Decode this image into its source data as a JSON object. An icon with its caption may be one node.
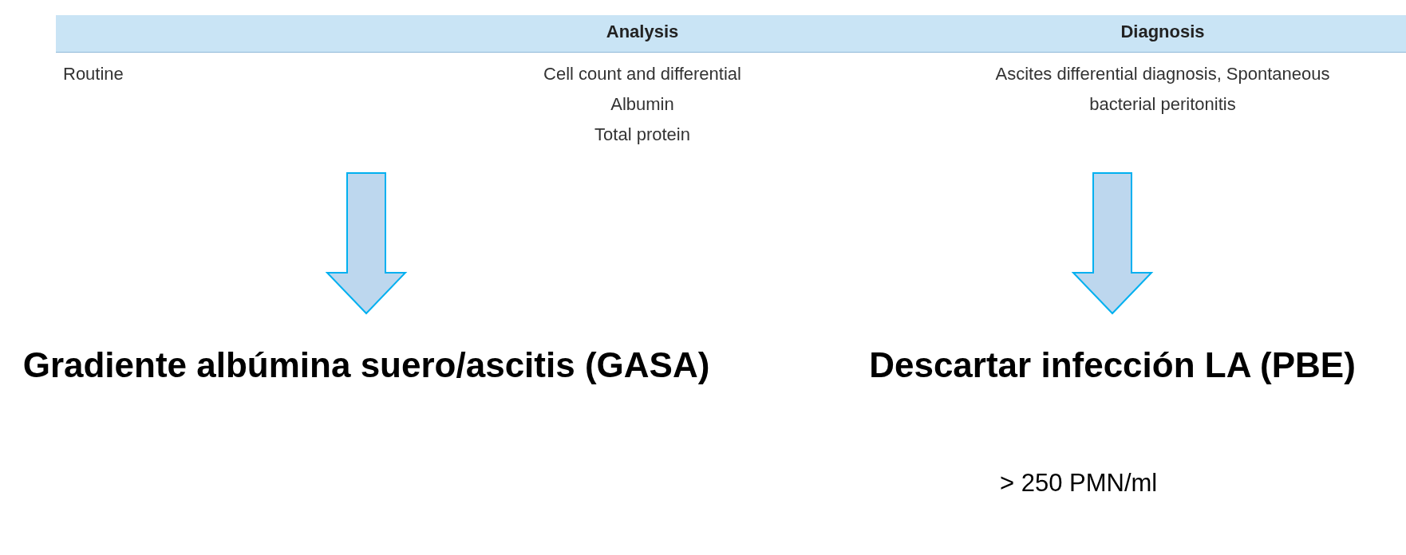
{
  "diagram": {
    "nodes": [
      {
        "text": [
          "Gradiente albúmina suero/ascitis (GASA)"
        ]
      },
      {
        "text": [
          "Descartar infección LA (PBE)"
        ],
        "beside": [
          "> 250 PMN/ml"
        ]
      }
    ],
    "edges": [
      {
        "from": null,
        "to": 0,
        "arrow": "to"
      },
      {
        "from": null,
        "to": 1,
        "arrow": "to"
      }
    ],
    "labels": [
      "Analysis",
      "Diagnosis",
      "Routine",
      "Cell count and differential",
      "Albumin",
      "Total protein",
      "Ascites differential diagnosis, Spontaneous bacterial peritonitis"
    ]
  }
}
